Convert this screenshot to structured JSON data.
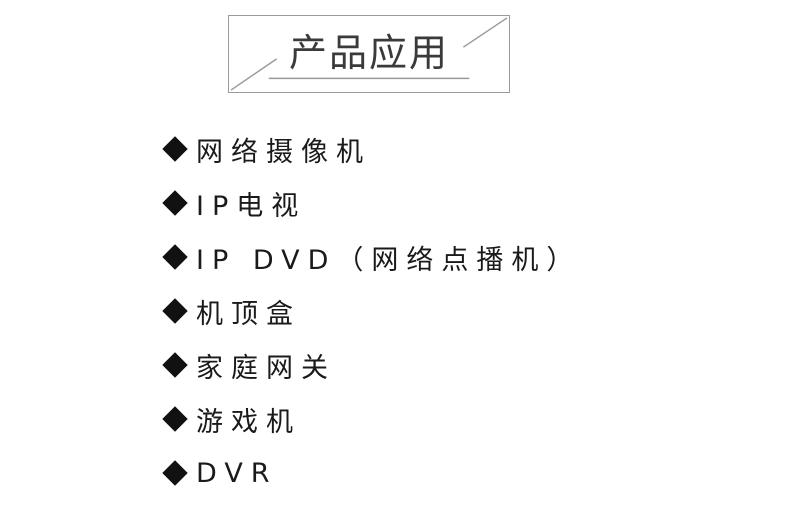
{
  "title": "产品应用",
  "items": [
    {
      "label": "网络摄像机",
      "icon": "diamond-bullet-icon"
    },
    {
      "label": "IP电视",
      "icon": "diamond-bullet-icon"
    },
    {
      "label": "IP DVD（网络点播机）",
      "icon": "diamond-bullet-icon"
    },
    {
      "label": "机顶盒",
      "icon": "diamond-bullet-icon"
    },
    {
      "label": "家庭网关",
      "icon": "diamond-bullet-icon"
    },
    {
      "label": "游戏机",
      "icon": "diamond-bullet-icon"
    },
    {
      "label": "DVR",
      "icon": "diamond-bullet-icon"
    }
  ],
  "colors": {
    "frame": "#9a9a9a",
    "title": "#3a3a3a",
    "text": "#1a1a1a",
    "bullet": "#111111"
  }
}
